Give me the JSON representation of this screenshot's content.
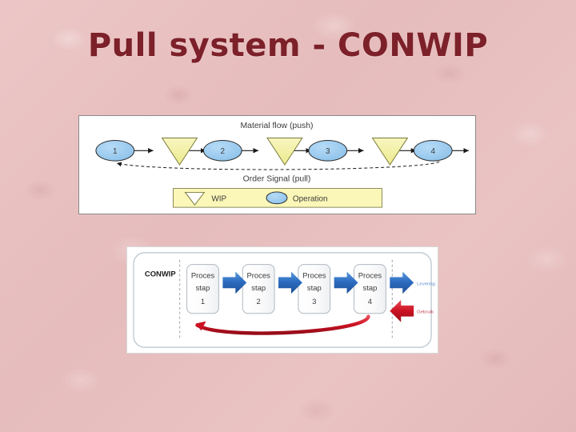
{
  "slide": {
    "title": "Pull system - CONWIP",
    "background_color": "#e9c2c2",
    "title_color": "#7c2029"
  },
  "figure_one": {
    "name": "push-pull-material-flow-diagram",
    "top_label": "Material flow (push)",
    "bottom_label": "Order Signal (pull)",
    "operation_color": "#93c6ee",
    "wip_color": "#f2f0a0",
    "operations": [
      {
        "label": "1"
      },
      {
        "label": "2"
      },
      {
        "label": "3"
      },
      {
        "label": "4"
      }
    ],
    "wip_buffers": [
      {
        "label": ""
      },
      {
        "label": ""
      },
      {
        "label": ""
      }
    ],
    "legend": {
      "background_color": "#fbf7b8",
      "items": [
        {
          "symbol": "triangle",
          "label": "WIP"
        },
        {
          "symbol": "ellipse",
          "label": "Operation"
        }
      ]
    }
  },
  "figure_two": {
    "name": "conwip-loop-diagram",
    "system_label": "CONWIP",
    "steps": [
      {
        "line1": "Proces",
        "line2": "stap",
        "line3": "1"
      },
      {
        "line1": "Proces",
        "line2": "stap",
        "line3": "2"
      },
      {
        "line1": "Proces",
        "line2": "stap",
        "line3": "3"
      },
      {
        "line1": "Proces",
        "line2": "stap",
        "line3": "4"
      }
    ],
    "output_label": "Levering",
    "input_label": "Gebruik",
    "flow_arrow_color": "#2e6fc4",
    "signal_arrow_color": "#cc1122"
  }
}
